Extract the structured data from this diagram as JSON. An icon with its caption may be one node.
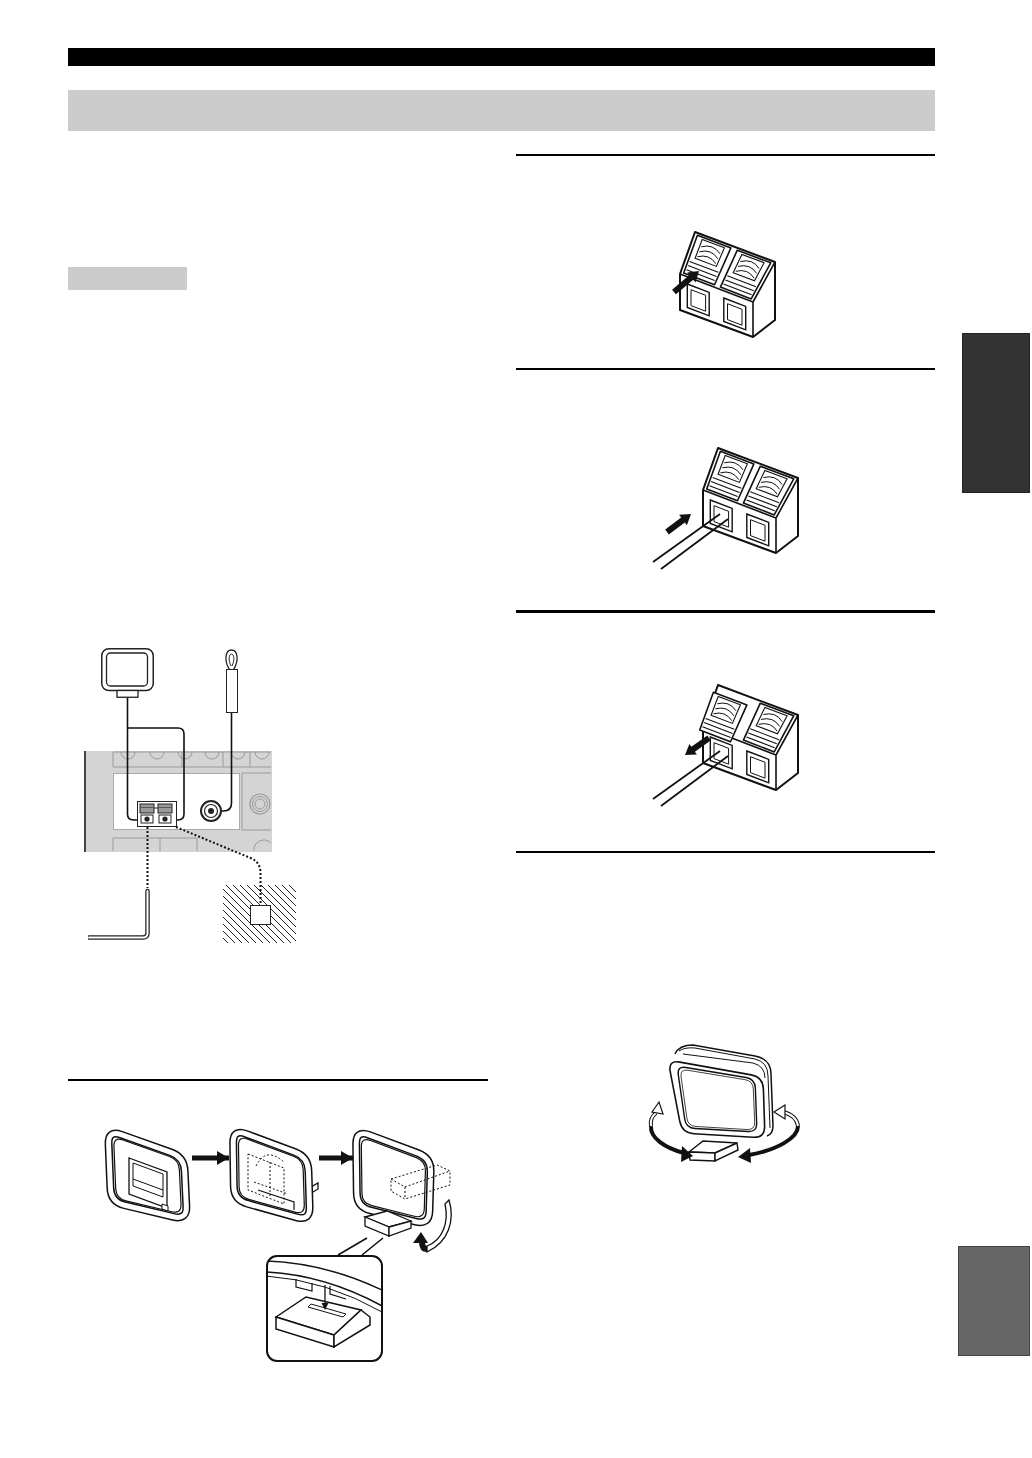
{
  "diagram": {
    "nodes": [
      {
        "text": [],
        "shape": "box"
      },
      {
        "text": [],
        "shape": "box"
      },
      {
        "text": [],
        "shape": "picture"
      },
      {
        "text": [],
        "shape": "box"
      },
      {
        "text": [],
        "shape": "box"
      },
      {
        "text": [],
        "shape": "box",
        "in": 4
      },
      {
        "text": [],
        "shape": "circle",
        "in": 4
      },
      {
        "text": [],
        "shape": "picture"
      },
      {
        "text": [],
        "shape": "box"
      },
      {
        "text": [],
        "shape": "picture"
      },
      {
        "text": [],
        "shape": "picture"
      },
      {
        "text": [],
        "shape": "picture"
      },
      {
        "text": [],
        "shape": "picture"
      },
      {
        "text": [],
        "shape": "box"
      },
      {
        "text": [],
        "shape": "box"
      }
    ],
    "edges": [
      {
        "from": 2,
        "to": 5,
        "arrow": "none"
      },
      {
        "from": 3,
        "to": 6,
        "arrow": "none"
      },
      {
        "from": 5,
        "to": 7,
        "arrow": "none",
        "style": "dashed"
      },
      {
        "from": 5,
        "to": 8,
        "arrow": "none",
        "style": "dashed"
      },
      {
        "from": 9,
        "to": 10,
        "arrow": "to",
        "style": "thick"
      },
      {
        "from": 10,
        "to": 11,
        "arrow": "to",
        "style": "thick"
      },
      {
        "from": 12,
        "to": 11,
        "arrow": "none"
      }
    ]
  }
}
